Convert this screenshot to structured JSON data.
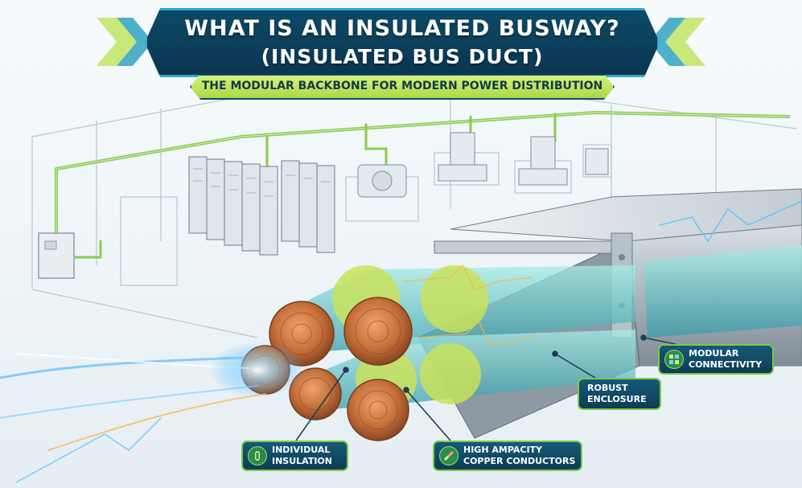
{
  "title": {
    "line1": "WHAT IS AN INSULATED BUSWAY?",
    "line2": "(INSULATED BUS DUCT)",
    "subtitle": "THE MODULAR BACKBONE FOR MODERN POWER DISTRIBUTION"
  },
  "callouts": {
    "insulation": {
      "label": "INDIVIDUAL INSULATION",
      "icon": "cable-icon"
    },
    "copper": {
      "label": "HIGH AMPACITY COPPER CONDUCTORS",
      "icon": "conductor-icon"
    },
    "enclosure": {
      "label": "ROBUST ENCLOSURE"
    },
    "modular": {
      "label": "MODULAR CONNECTIVITY",
      "icon": "modular-blocks-icon"
    }
  },
  "colors": {
    "banner": "#0d4a66",
    "banner_border": "#2aa8c8",
    "ribbon": "#b9e05a",
    "accent_green": "#7ec943",
    "copper": "#c8733c",
    "insulation": "#4cc6c0",
    "energy_blue": "#3fb3ff"
  }
}
